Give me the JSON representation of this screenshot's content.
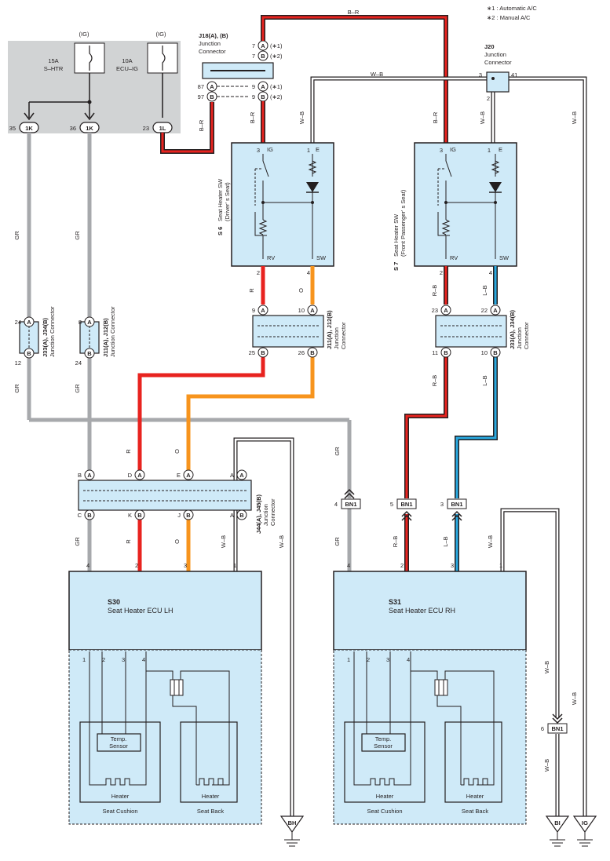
{
  "notes": {
    "n1": "∗1 : Automatic A/C",
    "n2": "∗2 : Manual A/C"
  },
  "fusebox": {
    "ig1": "(IG)",
    "ig2": "(IG)",
    "fuse1_amp": "15A",
    "fuse1_name": "S–HTR",
    "fuse2_amp": "10A",
    "fuse2_name": "ECU–IG",
    "pin35": "35",
    "pin36": "36",
    "pin23": "23",
    "conn1": "1K",
    "conn2": "1K",
    "conn3": "1L"
  },
  "j18": {
    "name": "J18(A), (B)",
    "desc1": "Junction",
    "desc2": "Connector",
    "p7a": "7",
    "p7b": "7",
    "p87": "87",
    "p97": "97",
    "p9a": "9",
    "p9b": "9",
    "A": "A",
    "B": "B",
    "s1": "(∗1)",
    "s2": "(∗2)"
  },
  "j20": {
    "name": "J20",
    "desc1": "Junction",
    "desc2": "Connector",
    "p3": "3",
    "p41": "41",
    "p2": "2"
  },
  "wires": {
    "br": "B–R",
    "wb": "W–B",
    "gr": "GR",
    "r": "R",
    "o": "O",
    "rb": "R–B",
    "lb": "L–B"
  },
  "s6": {
    "code": "S 6",
    "name": "Seat Heater SW",
    "sub": "(Driver' s Seat)",
    "ig": "IG",
    "e": "E",
    "rv": "RV",
    "sw": "SW",
    "p3": "3",
    "p1": "1",
    "p2": "2",
    "p4": "4"
  },
  "s7": {
    "code": "S 7",
    "name": "Seat Heater SW",
    "sub": "(Front Passenger' s Seat)",
    "ig": "IG",
    "e": "E",
    "rv": "RV",
    "sw": "SW",
    "p3": "3",
    "p1": "1",
    "p2": "2",
    "p4": "4"
  },
  "j33l": {
    "name": "J33(A), J34(B)",
    "desc": "Junction Connector",
    "top": "24",
    "bot": "12"
  },
  "j11l": {
    "name": "J11(A), J12(B)",
    "desc": "Junction Connector",
    "top": "8",
    "bot": "24"
  },
  "j11m": {
    "name": "J11(A), J12(B)",
    "desc1": "Junction",
    "desc2": "Connector",
    "t1": "9",
    "t2": "10",
    "b1": "25",
    "b2": "26"
  },
  "j33r": {
    "name": "J33(A), J34(B)",
    "desc1": "Junction",
    "desc2": "Connector",
    "t1": "23",
    "t2": "22",
    "b1": "11",
    "b2": "10"
  },
  "j44": {
    "name": "J44(A), J45(B)",
    "desc1": "Junction",
    "desc2": "Connector",
    "t1": "B",
    "t2": "D",
    "t3": "E",
    "t4": "A",
    "b1": "C",
    "b2": "K",
    "b3": "J",
    "b4": "A"
  },
  "bn1": {
    "name": "BN1",
    "p4": "4",
    "p5": "5",
    "p3": "3",
    "p6": "6"
  },
  "s30": {
    "code": "S30",
    "name": "Seat Heater ECU LH",
    "p4": "4",
    "p2": "2",
    "p3": "3",
    "p1": "1",
    "i1": "1",
    "i2": "2",
    "i3": "3",
    "i4": "4",
    "temp1": "Temp.",
    "temp2": "Sensor",
    "heater1": "Heater",
    "heater2": "Heater",
    "cushion": "Seat Cushion",
    "back": "Seat Back"
  },
  "s31": {
    "code": "S31",
    "name": "Seat Heater ECU RH",
    "p4": "4",
    "p2": "2",
    "p3": "3",
    "p1": "1",
    "i1": "1",
    "i2": "2",
    "i3": "3",
    "i4": "4",
    "temp1": "Temp.",
    "temp2": "Sensor",
    "heater1": "Heater",
    "heater2": "Heater",
    "cushion": "Seat Cushion",
    "back": "Seat Back"
  },
  "grounds": {
    "bh": "BH",
    "bi": "BI",
    "ig": "IG"
  },
  "colors": {
    "red": "#e8231f",
    "orange": "#f7941d",
    "blue": "#29a9e0",
    "gray": "#a7a9ac",
    "lightblue": "#cfeaf8",
    "box": "#d1d3d4"
  }
}
